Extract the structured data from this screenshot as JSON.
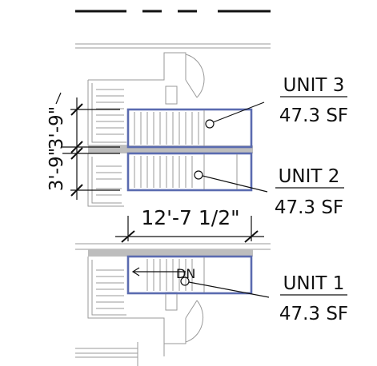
{
  "units": [
    {
      "name": "UNIT 3",
      "area": "47.3 SF"
    },
    {
      "name": "UNIT 2",
      "area": "47.3 SF"
    },
    {
      "name": "UNIT 1",
      "area": "47.3 SF"
    }
  ],
  "dimensions": {
    "horizontal": "12'-7 1/2\"",
    "vertical_a": "3'-9\"",
    "vertical_b": "3'-9\""
  },
  "stair_label": "DN",
  "colors": {
    "unit_outline": "#5a6bb0",
    "linework": "#9a9a9a",
    "ink": "#111111"
  }
}
